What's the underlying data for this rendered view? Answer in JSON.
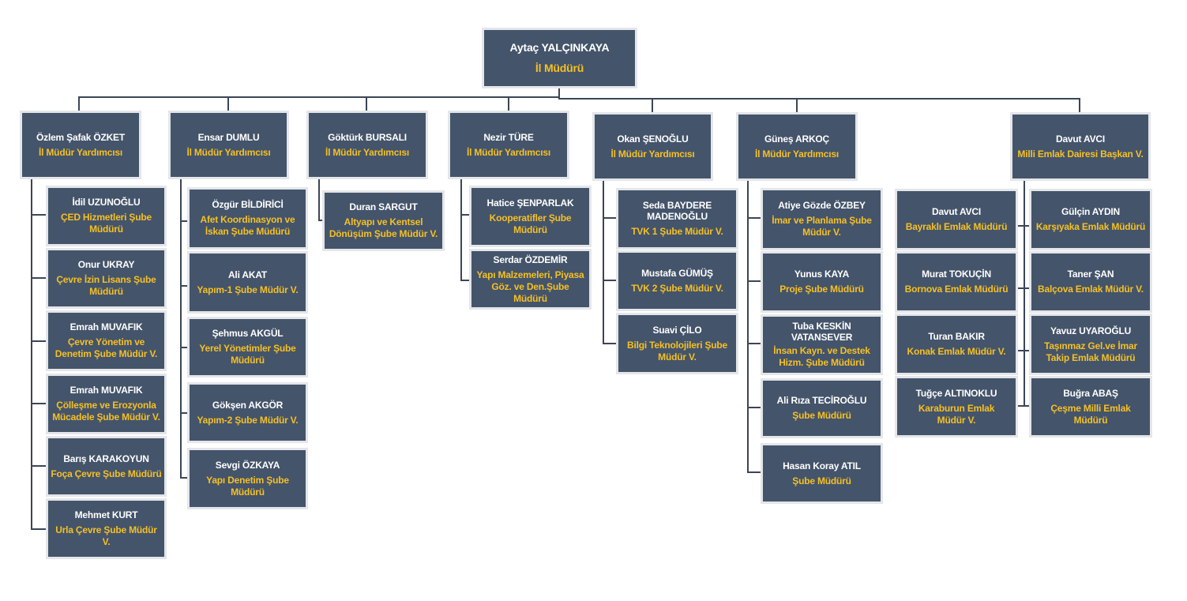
{
  "colors": {
    "box_fill": "#44546a",
    "box_border": "#e4e6ea",
    "name_text": "#ffffff",
    "title_text": "#f5c025",
    "connector": "#3b4656"
  },
  "director": {
    "name": "Aytaç YALÇINKAYA",
    "title": "İl Müdürü"
  },
  "deputies": [
    {
      "name": "Özlem Şafak ÖZKET",
      "title": "İl Müdür Yardımcısı",
      "units": [
        {
          "name": "İdil UZUNOĞLU",
          "title": "ÇED Hizmetleri Şube Müdürü"
        },
        {
          "name": "Onur UKRAY",
          "title": "Çevre İzin Lisans Şube Müdürü"
        },
        {
          "name": "Emrah MUVAFIK",
          "title": "Çevre Yönetim ve Denetim Şube Müdür V."
        },
        {
          "name": "Emrah MUVAFIK",
          "title": "Çölleşme ve Erozyonla Mücadele Şube Müdür V."
        },
        {
          "name": "Barış KARAKOYUN",
          "title": "Foça Çevre Şube Müdürü"
        },
        {
          "name": "Mehmet KURT",
          "title": "Urla Çevre Şube Müdür V."
        }
      ]
    },
    {
      "name": "Ensar DUMLU",
      "title": "İl Müdür Yardımcısı",
      "units": [
        {
          "name": "Özgür BİLDİRİCİ",
          "title": "Afet Koordinasyon ve İskan Şube Müdürü"
        },
        {
          "name": "Ali AKAT",
          "title": "Yapım-1 Şube Müdür V."
        },
        {
          "name": "Şehmus AKGÜL",
          "title": "Yerel Yönetimler Şube Müdürü"
        },
        {
          "name": "Gökşen AKGÖR",
          "title": "Yapım-2 Şube Müdür V."
        },
        {
          "name": "Sevgi ÖZKAYA",
          "title": "Yapı Denetim Şube Müdürü"
        }
      ]
    },
    {
      "name": "Göktürk BURSALI",
      "title": "İl Müdür Yardımcısı",
      "units": [
        {
          "name": "Duran SARGUT",
          "title": "Altyapı ve Kentsel Dönüşüm Şube Müdür V."
        }
      ]
    },
    {
      "name": "Nezir TÜRE",
      "title": "İl Müdür Yardımcısı",
      "units": [
        {
          "name": "Hatice ŞENPARLAK",
          "title": "Kooperatifler Şube Müdürü"
        },
        {
          "name": "Serdar ÖZDEMİR",
          "title": "Yapı Malzemeleri, Piyasa Göz. ve Den.Şube Müdürü"
        }
      ]
    },
    {
      "name": "Okan ŞENOĞLU",
      "title": "İl Müdür Yardımcısı",
      "units": [
        {
          "name": "Seda BAYDERE MADENOĞLU",
          "title": "TVK 1 Şube Müdür V."
        },
        {
          "name": "Mustafa GÜMÜŞ",
          "title": "TVK 2 Şube Müdür V."
        },
        {
          "name": "Suavi ÇİLO",
          "title": "Bilgi Teknolojileri Şube  Müdür V."
        }
      ]
    },
    {
      "name": "Güneş ARKOÇ",
      "title": "İl Müdür Yardımcısı",
      "units": [
        {
          "name": "Atiye Gözde ÖZBEY",
          "title": "İmar ve Planlama Şube Müdür V."
        },
        {
          "name": "Yunus KAYA",
          "title": "Proje Şube Müdürü"
        },
        {
          "name": "Tuba KESKİN VATANSEVER",
          "title": "İnsan Kayn. ve Destek Hizm. Şube Müdürü"
        },
        {
          "name": "Ali Rıza TECİROĞLU",
          "title": "Şube Müdürü"
        },
        {
          "name": "Hasan Koray ATIL",
          "title": "Şube Müdürü"
        }
      ]
    },
    {
      "name": "Davut AVCI",
      "title": "Milli Emlak Dairesi Başkan V.",
      "units_left": [
        {
          "name": "Davut AVCI",
          "title": "Bayraklı Emlak Müdürü"
        },
        {
          "name": "Murat TOKUÇİN",
          "title": "Bornova Emlak Müdürü"
        },
        {
          "name": "Turan BAKIR",
          "title": "Konak Emlak Müdür V."
        },
        {
          "name": "Tuğçe ALTINOKLU",
          "title": "Karaburun Emlak    Müdür V."
        }
      ],
      "units_right": [
        {
          "name": "Gülçin AYDIN",
          "title": "Karşıyaka Emlak Müdürü"
        },
        {
          "name": "Taner ŞAN",
          "title": "Balçova Emlak Müdür V."
        },
        {
          "name": "Yavuz UYAROĞLU",
          "title": "Taşınmaz Gel.ve İmar Takip Emlak Müdürü"
        },
        {
          "name": "Buğra ABAŞ",
          "title": "Çeşme Milli Emlak Müdürü"
        }
      ]
    }
  ]
}
